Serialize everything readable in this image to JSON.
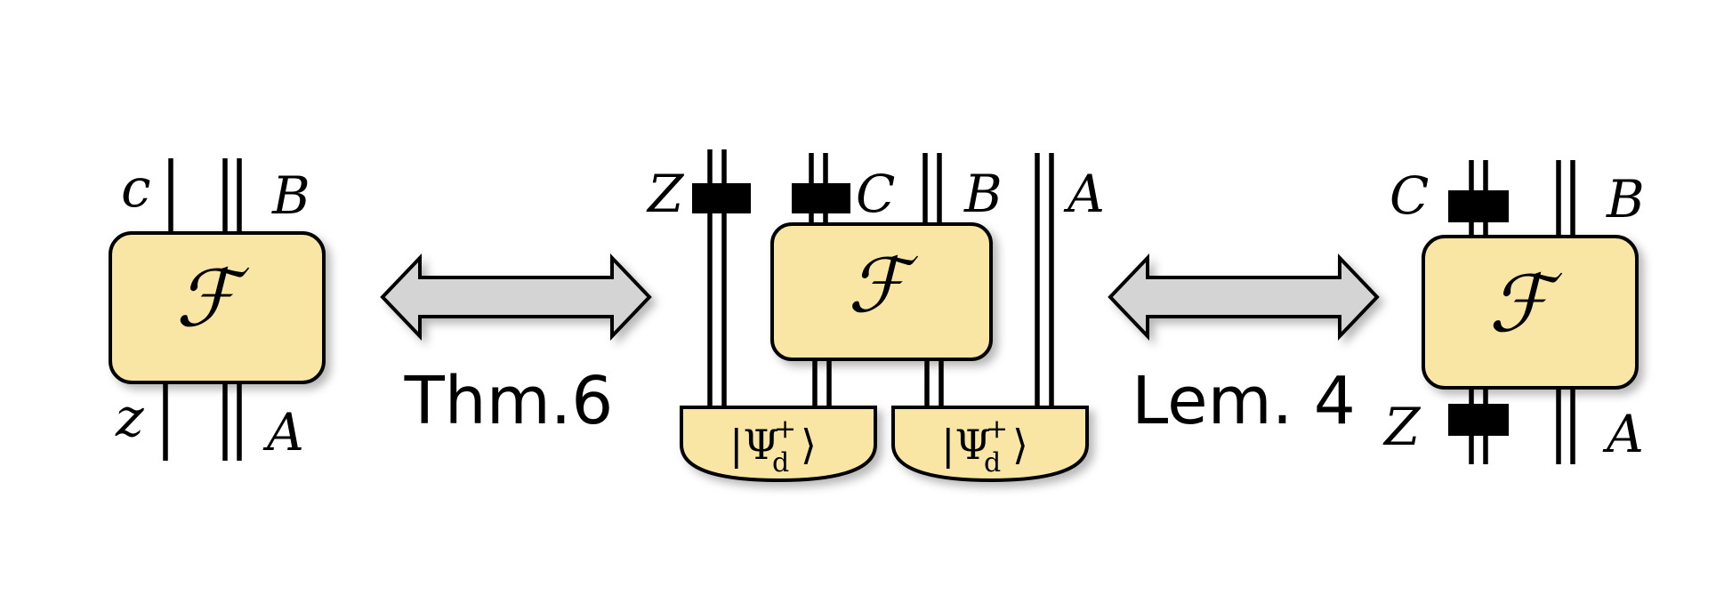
{
  "left_panel": {
    "wire_labels": {
      "top_left": "c",
      "top_right": "B",
      "bottom_left": "z",
      "bottom_right": "A"
    },
    "box_label": "ℱ"
  },
  "arrow_left": {
    "caption": "Thm.6"
  },
  "center_panel": {
    "wire_labels": {
      "z": "Z",
      "c": "C",
      "b": "B",
      "a": "A"
    },
    "box_label": "ℱ",
    "state_label_left": "|Ψ",
    "state_label_right": "|Ψ",
    "state_sup": "+",
    "state_sub": "d",
    "state_close": "⟩"
  },
  "arrow_right": {
    "caption": "Lem. 4"
  },
  "right_panel": {
    "wire_labels": {
      "top_left": "C",
      "top_right": "B",
      "bottom_left": "Z",
      "bottom_right": "A"
    },
    "box_label": "ℱ"
  }
}
